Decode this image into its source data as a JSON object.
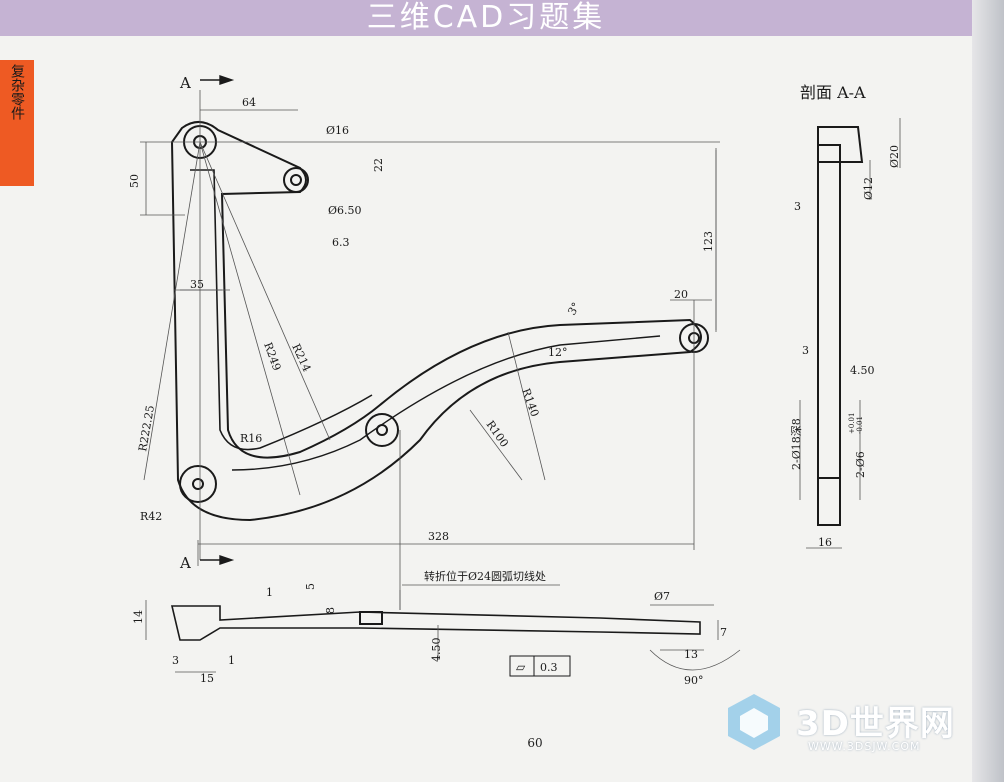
{
  "header": {
    "title": "三维CAD习题集"
  },
  "side_tab": {
    "label": "复杂零件"
  },
  "section_view": {
    "title": "剖面 A-A",
    "dims": [
      "Ø20",
      "Ø12",
      "3",
      "3",
      "4.50",
      "2-Ø18深8",
      "2-Ø6",
      "+0.01",
      "-0.01",
      "16"
    ]
  },
  "front_view": {
    "section_marks": [
      "A",
      "A"
    ],
    "dims": [
      "64",
      "Ø16",
      "22",
      "50",
      "Ø6.50",
      "6.3",
      "123",
      "35",
      "R214",
      "R249",
      "R222.25",
      "R16",
      "R42",
      "20",
      "3°",
      "12°",
      "R140",
      "R100",
      "328"
    ]
  },
  "bottom_view": {
    "note": "转折位于Ø24圆弧切线处",
    "dims": [
      "14",
      "1",
      "5",
      "8",
      "3",
      "15",
      "1",
      "4.50",
      "Ø7",
      "7",
      "13",
      "90°"
    ],
    "flatness": {
      "symbol": "▱",
      "value": "0.3"
    }
  },
  "page_number": "60",
  "watermark": {
    "brand": "3D世界网",
    "url": "WWW.3DSJW.COM"
  }
}
